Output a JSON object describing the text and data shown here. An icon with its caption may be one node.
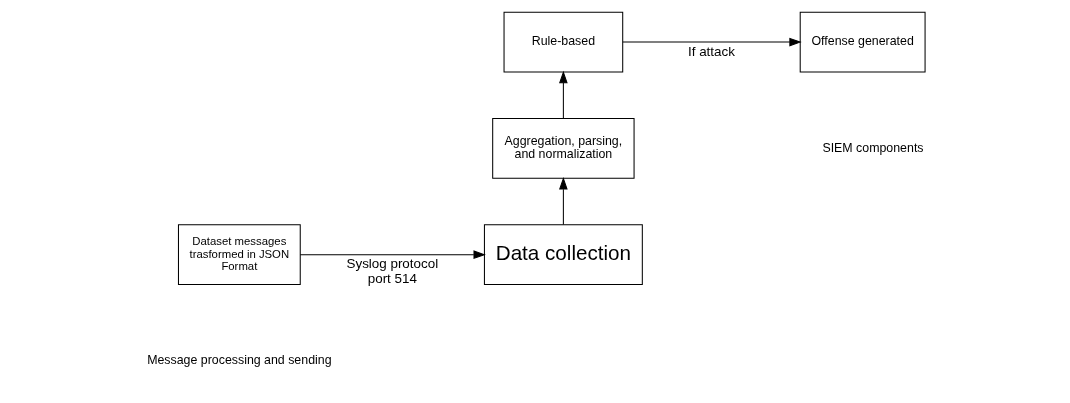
{
  "diagram": {
    "nodes": [
      {
        "text": [
          "Rule-based"
        ]
      },
      {
        "text": [
          "Offense generated"
        ]
      },
      {
        "text": [
          "Aggregation, parsing, and normalization"
        ]
      },
      {
        "text": [
          "Dataset messages trasformed in JSON Format"
        ]
      },
      {
        "text": [
          "Data collection"
        ]
      }
    ],
    "edges": [
      {
        "from": 3,
        "to": 4,
        "arrow": "to",
        "label": "Syslog protocol port 514"
      },
      {
        "from": 4,
        "to": 2,
        "arrow": "to"
      },
      {
        "from": 2,
        "to": 0,
        "arrow": "to"
      },
      {
        "from": 0,
        "to": 1,
        "arrow": "to",
        "label": "If attack"
      }
    ],
    "labels": [
      "SIEM components",
      "Message processing and sending"
    ]
  }
}
